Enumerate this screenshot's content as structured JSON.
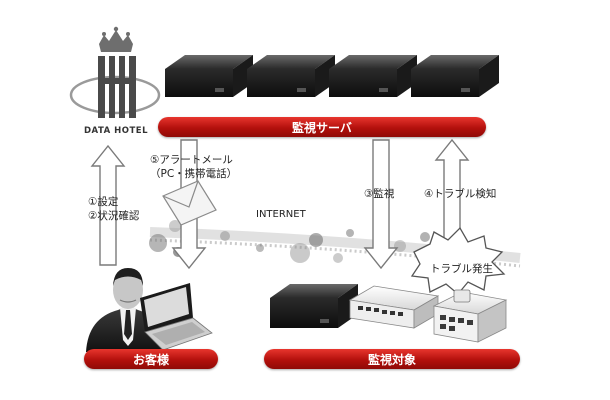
{
  "logo": {
    "text": "DATA HOTEL"
  },
  "bars": {
    "server": "監視サーバ",
    "customer": "お客様",
    "target": "監視対象"
  },
  "labels": {
    "settings": "①設定",
    "status": "②状況確認",
    "alert_line1": "⑤アラートメール",
    "alert_line2": "（PC・携帯電話）",
    "monitor": "③監視",
    "trouble_detect": "④トラブル検知",
    "internet": "INTERNET",
    "trouble_occur": "トラブル発生"
  },
  "icons": [
    "crown-icon",
    "server-icon",
    "envelope-icon",
    "person-icon",
    "laptop-icon",
    "router-icon",
    "switch-icon",
    "burst-icon"
  ],
  "colors": {
    "accent": "#c0150f",
    "arrow_fill": "#ffffff",
    "arrow_stroke": "#777777"
  }
}
